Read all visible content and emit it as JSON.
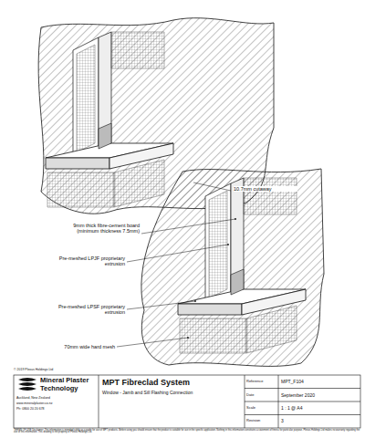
{
  "diagram": {
    "title": "MPT Fibreclad System",
    "labels": [
      "10.7mm cutaway",
      "9mm thick fibre-cement board (minimum thickness 7.5mm)",
      "Pre-meshed LPJF proprietary extrusion",
      "Pre-meshed LPSF proprietary extrusion",
      "70mm wide hard mesh",
      "© 2019 Plexus Holdings Ltd",
      "Mineral Plaster Technology",
      "Auckland, New Zealand",
      "www.mineralplaster.co.nz",
      "Ph: 0800 20 20 678",
      "Window - Jamb and Sill Flashing Connection",
      "Reference",
      "MPT_F104",
      "Date",
      "September 2020",
      "Scale",
      "1 : 1 @ A4",
      "Revision",
      "3",
      "TERMS OF USE Disclaimer: This information is intended solely as a guide for use of MPT products. Before using you should ensure that the product is suitable for use in the specific application. Nothing in this information constitutes a statement of fitness for particular purpose. Plexus Holdings Ltd makes no warranty regarding the use of this information. This drawing is the property of Plexus Holdings Ltd."
    ]
  }
}
